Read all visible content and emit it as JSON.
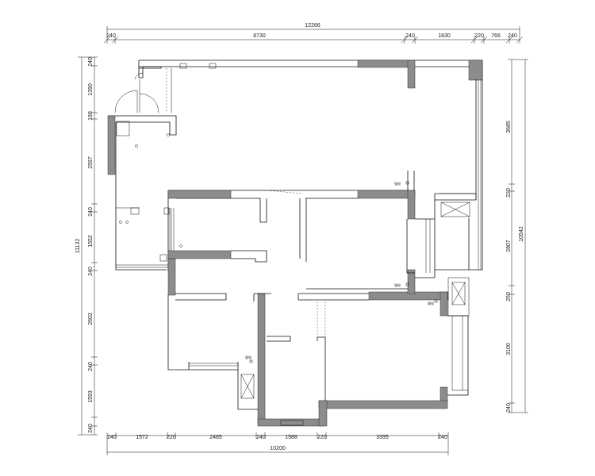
{
  "dimensions": {
    "top_total": "12266",
    "top_segments": [
      "240",
      "8730",
      "240",
      "1830",
      "220",
      "766",
      "240"
    ],
    "bottom_total": "10200",
    "bottom_segments": [
      "240",
      "1572",
      "220",
      "2485",
      "240",
      "1588",
      "220",
      "3395",
      "240"
    ],
    "left_total": "11132",
    "left_segments": [
      "240",
      "1390",
      "198",
      "2597",
      "240",
      "1552",
      "240",
      "2602",
      "240",
      "1593",
      "240"
    ],
    "right_total": "10542",
    "right_segments": [
      "3685",
      "220",
      "2807",
      "250",
      "3100",
      "240"
    ]
  },
  "equipment_labels": [
    "强电",
    "强电",
    "弱电",
    "弱电"
  ]
}
